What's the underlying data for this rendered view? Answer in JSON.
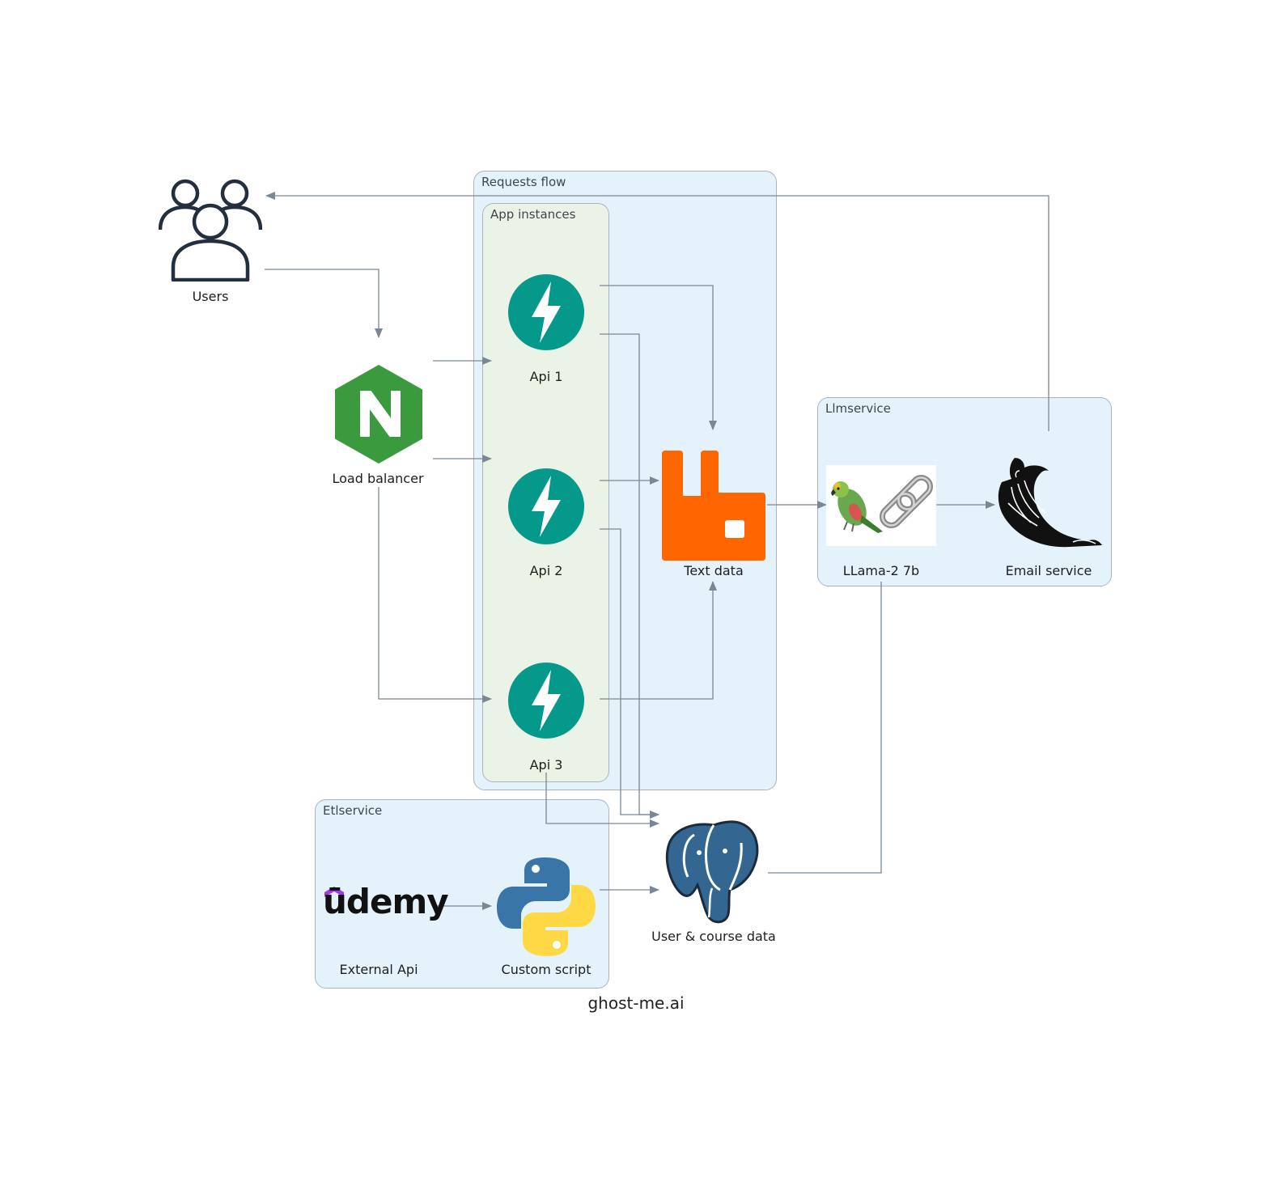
{
  "title": "ghost-me.ai",
  "clusters": {
    "requests_flow": "Requests flow",
    "app_instances": "App instances",
    "llmservice": "Llmservice",
    "etlservice": "Etlservice"
  },
  "nodes": {
    "users": "Users",
    "load_balancer": "Load balancer",
    "api1": "Api 1",
    "api2": "Api 2",
    "api3": "Api 3",
    "text_data": "Text data",
    "llama": "LLama-2 7b",
    "email": "Email service",
    "external_api": "External Api",
    "custom_script": "Custom script",
    "user_course_data": "User & course data",
    "udemy_logo": "ūdemy"
  },
  "colors": {
    "edge": "#7b8794",
    "fastapi": "#05998b",
    "nginx": "#3c9a3e",
    "rabbitmq": "#ff6600",
    "postgres": "#336791",
    "python_blue": "#3a75a8",
    "python_yellow": "#ffd845",
    "udemy_purple": "#a435f0"
  },
  "icons": {
    "users": "users-icon",
    "load_balancer": "nginx-icon",
    "api": "fastapi-icon",
    "text_data": "rabbitmq-icon",
    "llama": "langchain-icon",
    "email": "flask-icon",
    "external_api": "udemy-icon",
    "custom_script": "python-icon",
    "user_course_data": "postgresql-icon"
  }
}
